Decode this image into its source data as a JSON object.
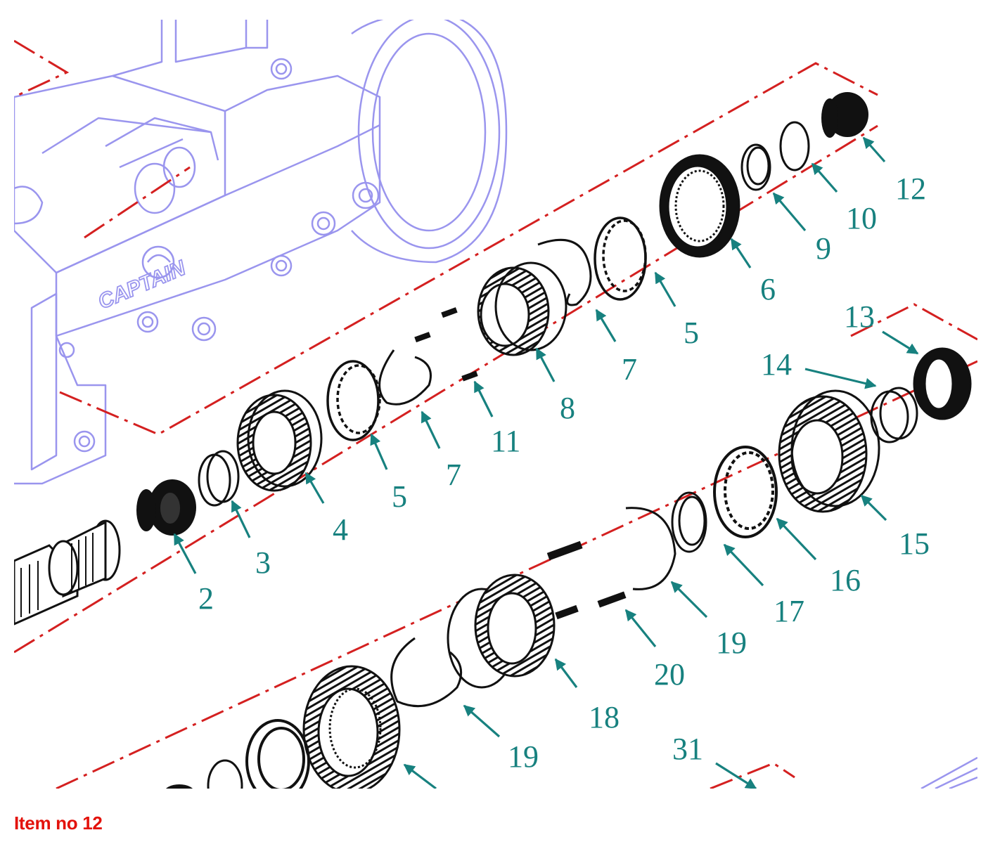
{
  "caption": "Item no 12",
  "housing_logo_text": "CAPTAIN",
  "colors": {
    "part_outline": "#111111",
    "housing_outline": "#9a95ee",
    "axis_line": "#d42020",
    "callout": "#17817f",
    "caption": "#e3120b"
  },
  "callouts": [
    {
      "id": "c2",
      "label": "2"
    },
    {
      "id": "c3",
      "label": "3"
    },
    {
      "id": "c4",
      "label": "4"
    },
    {
      "id": "c5a",
      "label": "5"
    },
    {
      "id": "c7a",
      "label": "7"
    },
    {
      "id": "c11",
      "label": "11"
    },
    {
      "id": "c8",
      "label": "8"
    },
    {
      "id": "c7b",
      "label": "7"
    },
    {
      "id": "c5b",
      "label": "5"
    },
    {
      "id": "c6",
      "label": "6"
    },
    {
      "id": "c9",
      "label": "9"
    },
    {
      "id": "c10",
      "label": "10"
    },
    {
      "id": "c12",
      "label": "12"
    },
    {
      "id": "c13",
      "label": "13"
    },
    {
      "id": "c14",
      "label": "14"
    },
    {
      "id": "c15",
      "label": "15"
    },
    {
      "id": "c16",
      "label": "16"
    },
    {
      "id": "c17",
      "label": "17"
    },
    {
      "id": "c19a",
      "label": "19"
    },
    {
      "id": "c20",
      "label": "20"
    },
    {
      "id": "c18",
      "label": "18"
    },
    {
      "id": "c19b",
      "label": "19"
    },
    {
      "id": "c31",
      "label": "31"
    }
  ]
}
